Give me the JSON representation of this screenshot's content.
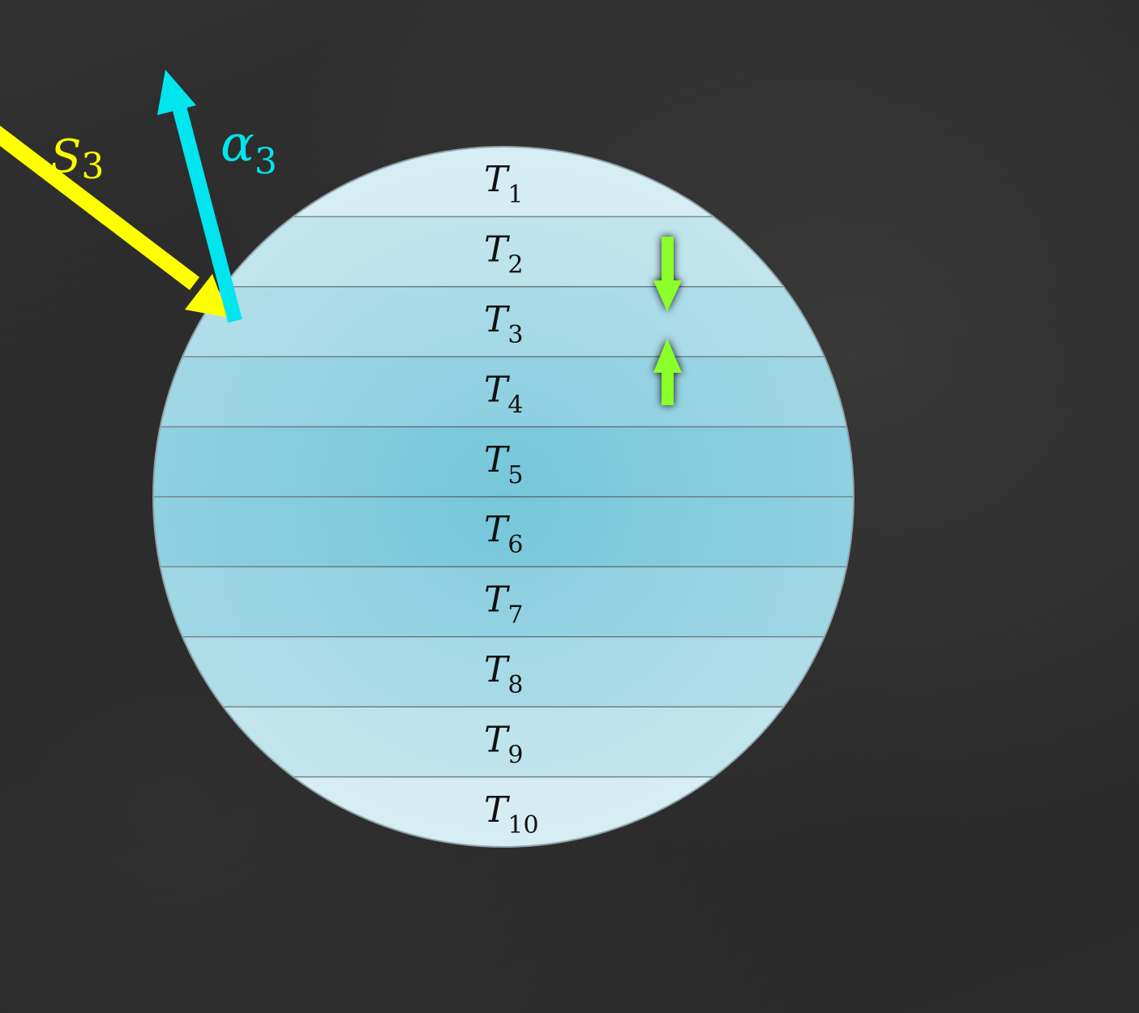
{
  "bands": [
    {
      "symbol": "T",
      "index": "1"
    },
    {
      "symbol": "T",
      "index": "2"
    },
    {
      "symbol": "T",
      "index": "3"
    },
    {
      "symbol": "T",
      "index": "4"
    },
    {
      "symbol": "T",
      "index": "5"
    },
    {
      "symbol": "T",
      "index": "6"
    },
    {
      "symbol": "T",
      "index": "7"
    },
    {
      "symbol": "T",
      "index": "8"
    },
    {
      "symbol": "T",
      "index": "9"
    },
    {
      "symbol": "T",
      "index": "10"
    }
  ],
  "incoming_arrow": {
    "symbol": "S",
    "index": "3",
    "color": "#ffff00"
  },
  "reflected_arrow": {
    "symbol": "α",
    "index": "3",
    "color": "#00e5ee"
  },
  "exchange_arrows": {
    "color": "#8aff2a"
  },
  "colors": {
    "background": "#2a2a2a",
    "pole_band": "#dff0f4",
    "equator_band": "#6ec3d8",
    "band_line": "#5a6e74"
  }
}
